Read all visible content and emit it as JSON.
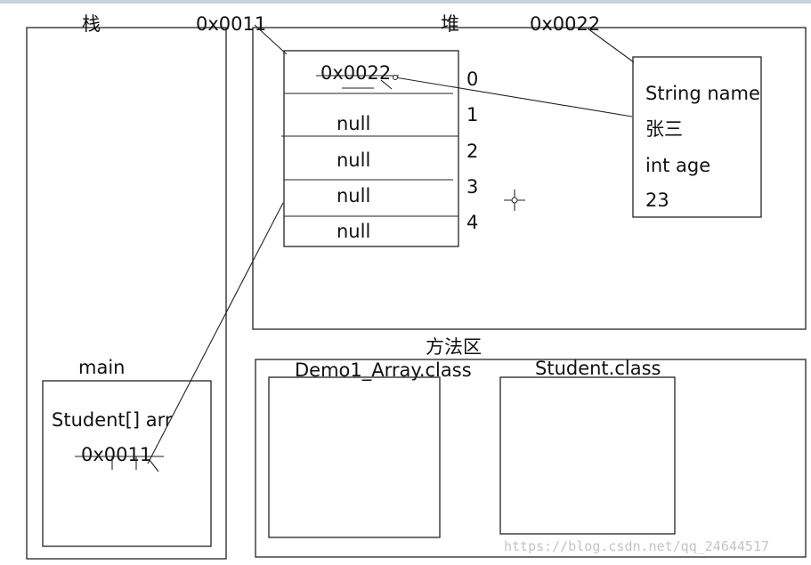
{
  "stack": {
    "title": "栈",
    "frame_title": "main",
    "var_decl": "Student[] arr",
    "var_value": "0x0011"
  },
  "heap": {
    "title": "堆",
    "array": {
      "address": "0x0011",
      "cells": [
        "0x0022",
        "null",
        "null",
        "null",
        "null"
      ],
      "indices": [
        "0",
        "1",
        "2",
        "3",
        "4"
      ]
    },
    "student": {
      "address": "0x0022",
      "lines": [
        "String name",
        "张三",
        "int age",
        "23"
      ]
    }
  },
  "method_area": {
    "title": "方法区",
    "classes": [
      "Demo1_Array.class",
      "Student.class"
    ]
  },
  "watermark": "https://blog.csdn.net/qq_24644517"
}
